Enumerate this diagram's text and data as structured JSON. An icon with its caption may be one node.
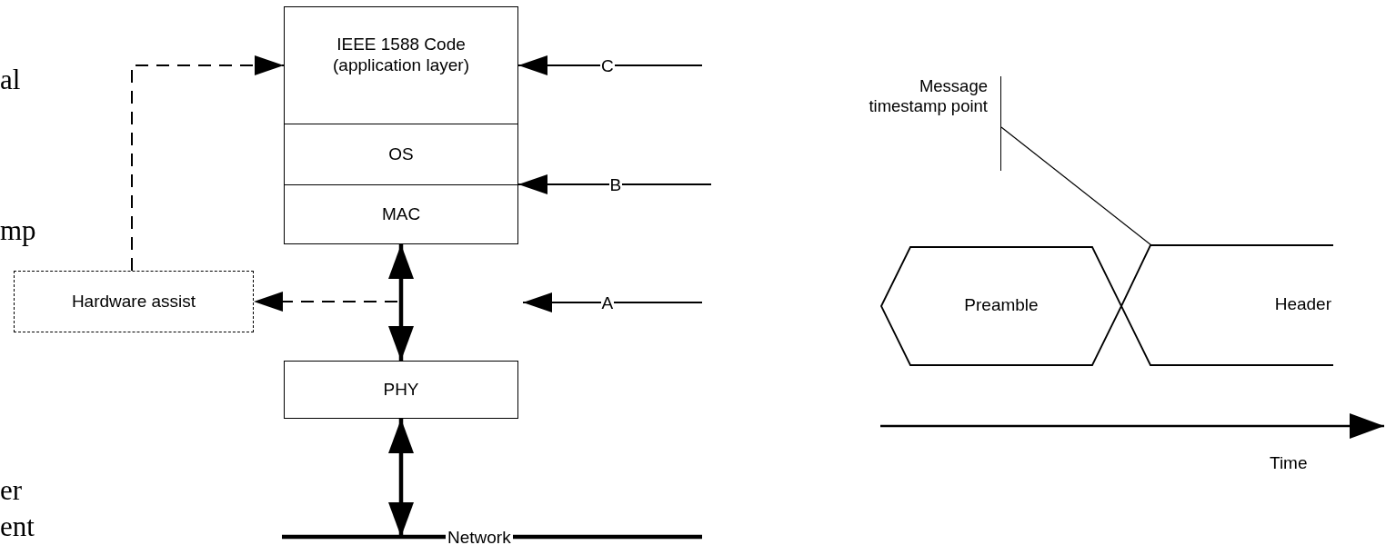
{
  "diagram": {
    "nodes": [
      {
        "text": [
          "IEEE 1588 Code (application layer)"
        ]
      },
      {
        "text": [
          "OS"
        ]
      },
      {
        "text": [
          "MAC"
        ]
      },
      {
        "text": [
          "Hardware assist"
        ]
      },
      {
        "text": [
          "PHY"
        ]
      },
      {
        "text": [
          "Network"
        ]
      },
      {
        "text": [
          "Message timestamp point"
        ]
      },
      {
        "text": [
          "Preamble"
        ]
      },
      {
        "text": [
          "Header"
        ]
      }
    ],
    "edges": [
      {
        "from": 3,
        "to": 0,
        "arrow": "to",
        "style": "dashed"
      },
      {
        "from": null,
        "to": 3,
        "arrow": "to",
        "style": "dashed"
      },
      {
        "from": 2,
        "to": 4,
        "arrow": "both",
        "style": "thick"
      },
      {
        "from": 4,
        "to": 5,
        "arrow": "both",
        "style": "thick"
      },
      {
        "from": null,
        "to": 0,
        "arrow": "to",
        "label": "C"
      },
      {
        "from": null,
        "to": 2,
        "arrow": "to",
        "label": "B"
      },
      {
        "from": 6,
        "to": 8,
        "arrow": "none"
      }
    ],
    "labels": [
      "al",
      "mp",
      "A",
      "Time",
      "er",
      "ent"
    ]
  }
}
